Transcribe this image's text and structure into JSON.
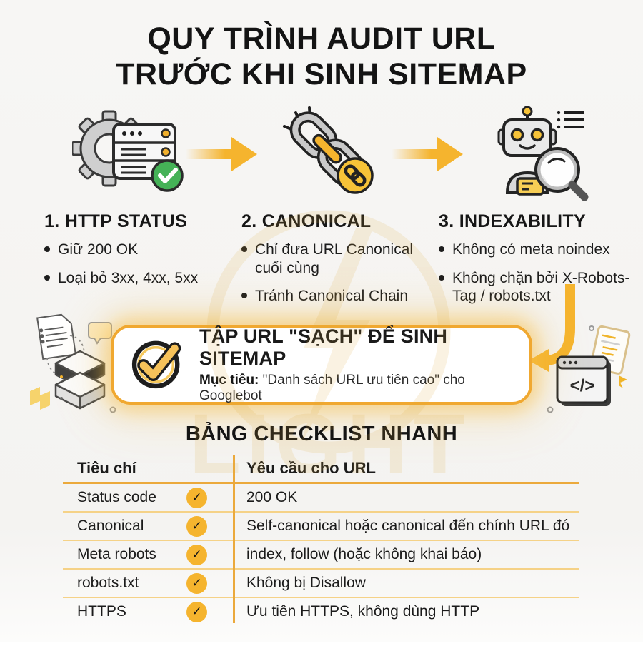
{
  "page": {
    "background": "#f6f5f3",
    "accent": "#F5B42E",
    "accent_deep": "#EBA93C",
    "text": "#1B1B1B",
    "green": "#45B257"
  },
  "title": {
    "line1": "QUY TRÌNH AUDIT URL",
    "line2": "TRƯỚC KHI SINH SITEMAP"
  },
  "steps": [
    {
      "label": "1. HTTP STATUS",
      "icon": "gear-server-check-icon",
      "bullets": [
        "Giữ 200 OK",
        "Loại bỏ 3xx, 4xx, 5xx"
      ]
    },
    {
      "label": "2. CANONICAL",
      "icon": "chain-link-icon",
      "bullets": [
        "Chỉ đưa URL Canonical cuối cùng",
        "Tránh Canonical Chain"
      ]
    },
    {
      "label": "3. INDEXABILITY",
      "icon": "robot-magnifier-icon",
      "bullets": [
        "Không có meta noindex",
        "Không chặn bởi X-Robots-Tag / robots.txt"
      ]
    }
  ],
  "callout": {
    "icon": "circle-check-icon",
    "title": "TẬP URL \"SẠCH\" ĐỂ SINH SITEMAP",
    "goal_label": "Mục tiêu:",
    "goal_text": " \"Danh sách URL ưu tiên cao\" cho Googlebot"
  },
  "checklist": {
    "heading": "BẢNG CHECKLIST NHANH",
    "columns": [
      "Tiêu chí",
      "Yêu cầu cho URL"
    ],
    "check_glyph": "✓",
    "rows": [
      {
        "criterion": "Status code",
        "requirement": "200 OK"
      },
      {
        "criterion": "Canonical",
        "requirement": "Self-canonical hoặc canonical đến chính URL đó"
      },
      {
        "criterion": "Meta robots",
        "requirement": "index, follow (hoặc không khai báo)"
      },
      {
        "criterion": "robots.txt",
        "requirement": "Không bị Disallow"
      },
      {
        "criterion": "HTTPS",
        "requirement": "Ưu tiên HTTPS, không dùng HTTP"
      }
    ]
  },
  "decorations": {
    "code_glyph": "</>",
    "watermark_text": "LIGHT"
  }
}
